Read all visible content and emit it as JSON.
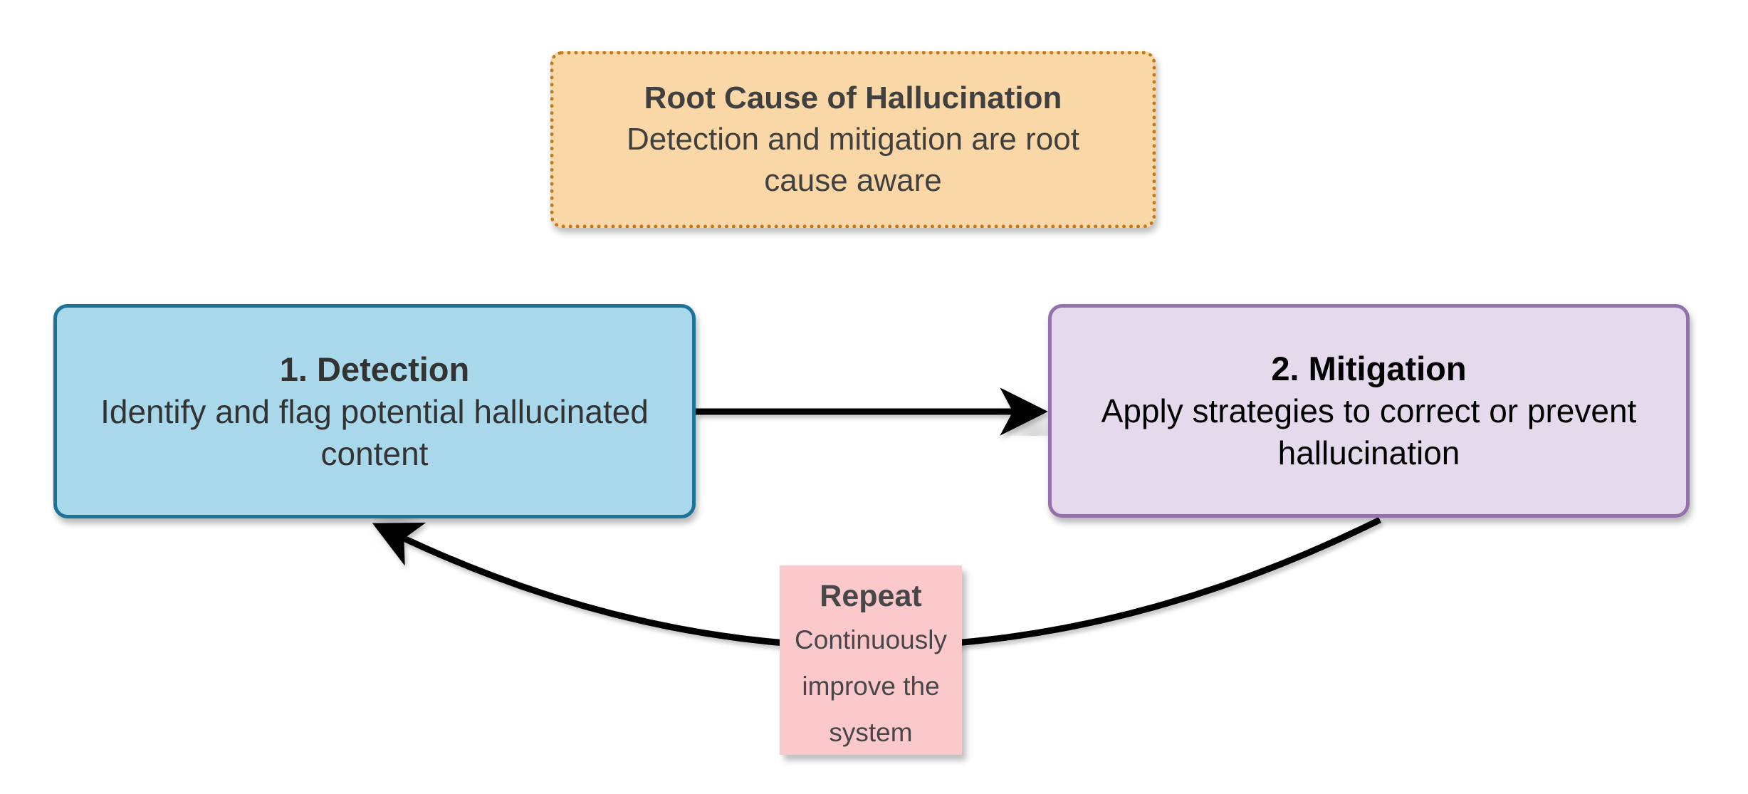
{
  "colors": {
    "canvas-bg": "#ffffff",
    "arrow": "#000000",
    "note-fill": "#F9D7A7",
    "note-border": "#C1781A",
    "note-text": "#404040",
    "detection-fill": "#AAD8EB",
    "detection-border": "#1B7398",
    "detection-text": "#333333",
    "mitigation-fill": "#E4DAEC",
    "mitigation-border": "#9471AC",
    "mitigation-text": "#000000",
    "repeat-fill": "#FBC8CC",
    "repeat-text": "#474747"
  },
  "note": {
    "title": "Root Cause of Hallucination",
    "body": "Detection and mitigation are root cause aware"
  },
  "nodes": {
    "detection": {
      "title": "1. Detection",
      "body": "Identify and flag potential hallucinated content"
    },
    "mitigation": {
      "title": "2. Mitigation",
      "body": "Apply strategies to correct or prevent hallucination"
    }
  },
  "edges": {
    "repeat_label": {
      "title": "Repeat",
      "body": "Continuously improve the system"
    }
  }
}
